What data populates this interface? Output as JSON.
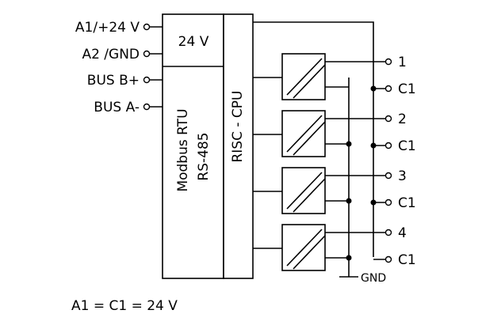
{
  "inputs": {
    "a1": "A1/+24 V",
    "a2": "A2 /GND",
    "bus_b": "BUS B+",
    "bus_a": "BUS A-"
  },
  "blocks": {
    "power": "24 V",
    "modbus_line1": "Modbus RTU",
    "modbus_line2": "RS-485",
    "cpu": "RISC - CPU"
  },
  "outputs": [
    {
      "out": "1",
      "common": "C1"
    },
    {
      "out": "2",
      "common": "C1"
    },
    {
      "out": "3",
      "common": "C1"
    },
    {
      "out": "4",
      "common": "C1"
    }
  ],
  "ground_label": "GND",
  "footnote": "A1 = C1 = 24 V"
}
